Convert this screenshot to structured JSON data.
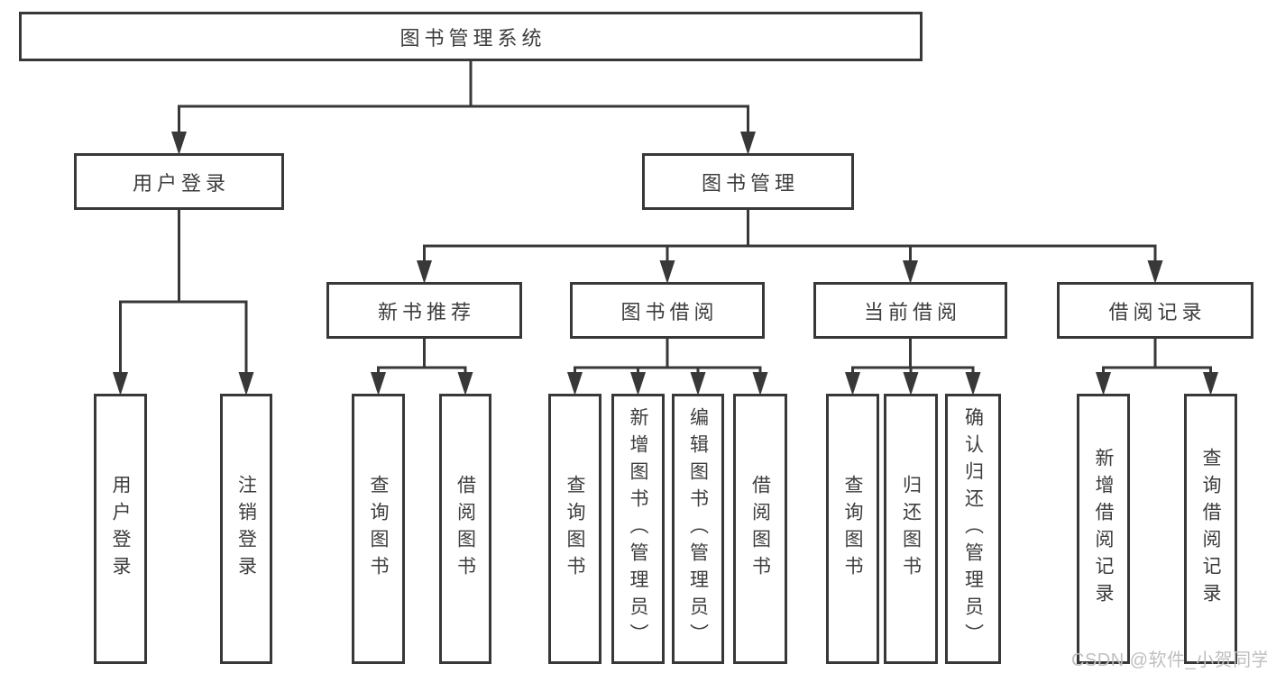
{
  "tree": {
    "label": "图书管理系统",
    "children": [
      {
        "label": "用户登录",
        "children": [
          {
            "label": "用户登录"
          },
          {
            "label": "注销登录"
          }
        ]
      },
      {
        "label": "图书管理",
        "children": [
          {
            "label": "新书推荐",
            "children": [
              {
                "label": "查询图书"
              },
              {
                "label": "借阅图书"
              }
            ]
          },
          {
            "label": "图书借阅",
            "children": [
              {
                "label": "查询图书"
              },
              {
                "label": "新增图书（管理员）"
              },
              {
                "label": "编辑图书（管理员）"
              },
              {
                "label": "借阅图书"
              }
            ]
          },
          {
            "label": "当前借阅",
            "children": [
              {
                "label": "查询图书"
              },
              {
                "label": "归还图书"
              },
              {
                "label": "确认归还（管理员）"
              }
            ]
          },
          {
            "label": "借阅记录",
            "children": [
              {
                "label": "新增借阅记录"
              },
              {
                "label": "查询借阅记录"
              }
            ]
          }
        ]
      }
    ]
  },
  "watermark": "CSDN @软件_小贺同学",
  "colors": {
    "line": "#383838",
    "box_border": "#383838",
    "box_fill": "#ffffff",
    "text": "#3d3d3d",
    "watermark": "#bfbfbf"
  }
}
